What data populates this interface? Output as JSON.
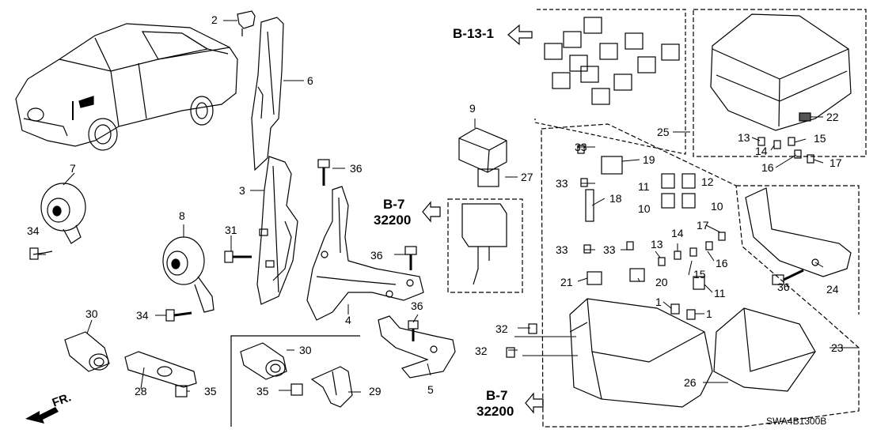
{
  "diagram": {
    "code": "SWA4B1300B",
    "front_label": "FR.",
    "refs": [
      {
        "key": "b13",
        "text": "B-13-1"
      },
      {
        "key": "b7a",
        "text": "B-7"
      },
      {
        "key": "p7a",
        "text": "32200"
      },
      {
        "key": "b7b",
        "text": "B-7"
      },
      {
        "key": "p7b",
        "text": "32200"
      }
    ],
    "callouts": [
      {
        "key": "c2",
        "text": "2"
      },
      {
        "key": "c6",
        "text": "6"
      },
      {
        "key": "c3",
        "text": "3"
      },
      {
        "key": "c7",
        "text": "7"
      },
      {
        "key": "c34a",
        "text": "34"
      },
      {
        "key": "c8",
        "text": "8"
      },
      {
        "key": "c31",
        "text": "31"
      },
      {
        "key": "c34b",
        "text": "34"
      },
      {
        "key": "c36a",
        "text": "36"
      },
      {
        "key": "c36b",
        "text": "36"
      },
      {
        "key": "c4",
        "text": "4"
      },
      {
        "key": "c36c",
        "text": "36"
      },
      {
        "key": "c5",
        "text": "5"
      },
      {
        "key": "c30a",
        "text": "30"
      },
      {
        "key": "c28",
        "text": "28"
      },
      {
        "key": "c35a",
        "text": "35"
      },
      {
        "key": "c30b",
        "text": "30"
      },
      {
        "key": "c35b",
        "text": "35"
      },
      {
        "key": "c29",
        "text": "29"
      },
      {
        "key": "c9",
        "text": "9"
      },
      {
        "key": "c27",
        "text": "27"
      },
      {
        "key": "c25",
        "text": "25"
      },
      {
        "key": "c22",
        "text": "22"
      },
      {
        "key": "c13a",
        "text": "13"
      },
      {
        "key": "c15a",
        "text": "15"
      },
      {
        "key": "c14a",
        "text": "14"
      },
      {
        "key": "c16a",
        "text": "16"
      },
      {
        "key": "c17a",
        "text": "17"
      },
      {
        "key": "c33a",
        "text": "33"
      },
      {
        "key": "c19",
        "text": "19"
      },
      {
        "key": "c33b",
        "text": "33"
      },
      {
        "key": "c11a",
        "text": "11"
      },
      {
        "key": "c12",
        "text": "12"
      },
      {
        "key": "c10a",
        "text": "10"
      },
      {
        "key": "c10b",
        "text": "10"
      },
      {
        "key": "c18",
        "text": "18"
      },
      {
        "key": "c33c",
        "text": "33"
      },
      {
        "key": "c33d",
        "text": "33"
      },
      {
        "key": "c13b",
        "text": "13"
      },
      {
        "key": "c14b",
        "text": "14"
      },
      {
        "key": "c17b",
        "text": "17"
      },
      {
        "key": "c16b",
        "text": "16"
      },
      {
        "key": "c15b",
        "text": "15"
      },
      {
        "key": "c21",
        "text": "21"
      },
      {
        "key": "c20",
        "text": "20"
      },
      {
        "key": "c11b",
        "text": "11"
      },
      {
        "key": "c1a",
        "text": "1"
      },
      {
        "key": "c1b",
        "text": "1"
      },
      {
        "key": "c32a",
        "text": "32"
      },
      {
        "key": "c32b",
        "text": "32"
      },
      {
        "key": "c24",
        "text": "24"
      },
      {
        "key": "c36d",
        "text": "36"
      },
      {
        "key": "c23",
        "text": "23"
      },
      {
        "key": "c26",
        "text": "26"
      }
    ]
  }
}
